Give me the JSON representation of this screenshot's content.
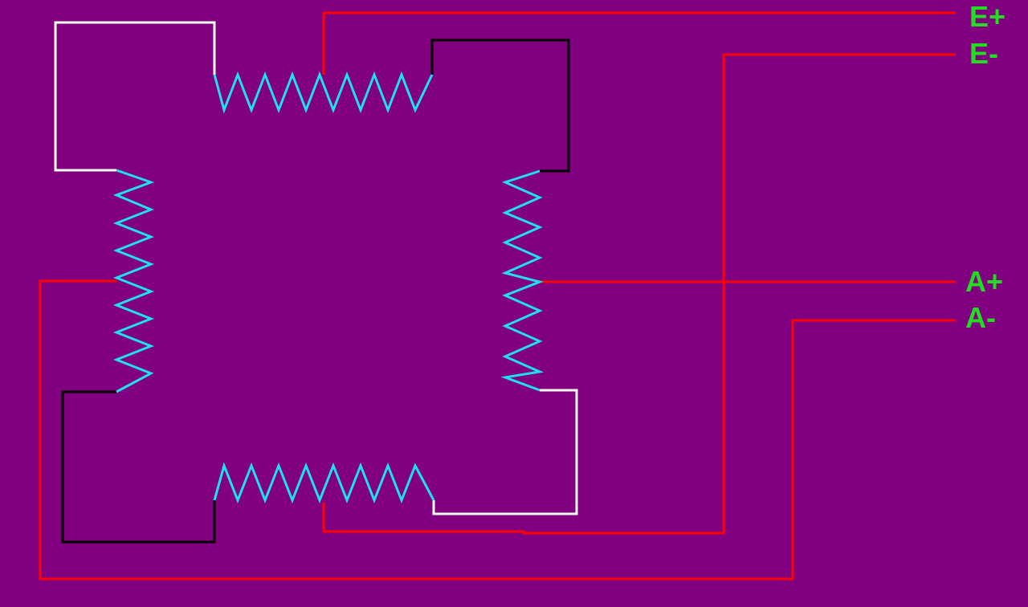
{
  "diagram": {
    "background_color": "#800080",
    "colors": {
      "resistor": "#1EE0F0",
      "wire_red": "#FF0000",
      "wire_white": "#FFFFFF",
      "wire_black": "#000000",
      "label": "#22DD22"
    },
    "terminals": {
      "e_plus": "E+",
      "e_minus": "E-",
      "a_plus": "A+",
      "a_minus": "A-"
    },
    "resistors": [
      {
        "name": "resistor-top",
        "orientation": "horizontal"
      },
      {
        "name": "resistor-left",
        "orientation": "vertical"
      },
      {
        "name": "resistor-right",
        "orientation": "vertical"
      },
      {
        "name": "resistor-bottom",
        "orientation": "horizontal"
      }
    ]
  }
}
